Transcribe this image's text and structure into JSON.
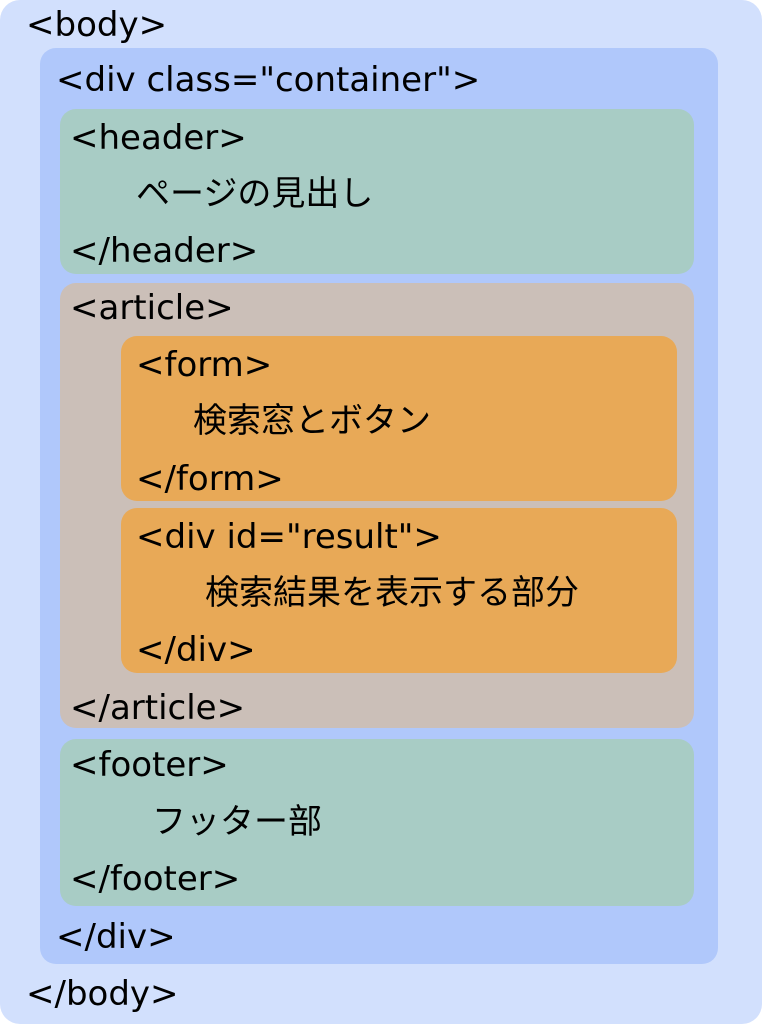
{
  "body": {
    "open": "<body>",
    "close": "</body>"
  },
  "container": {
    "open": "<div class=\"container\">",
    "close": "</div>"
  },
  "header": {
    "open": "<header>",
    "content": "ページの見出し",
    "close": "</header>"
  },
  "article": {
    "open": "<article>",
    "close": "</article>"
  },
  "form": {
    "open": "<form>",
    "content": "検索窓とボタン",
    "close": "</form>"
  },
  "result": {
    "open": "<div id=\"result\">",
    "content": "検索結果を表示する部分",
    "close": "</div>"
  },
  "footer": {
    "open": "<footer>",
    "content": "フッター部",
    "close": "</footer>"
  },
  "colors": {
    "body": "#d2e0fd",
    "container": "#b0c8fb",
    "header_footer": "#a8ccc5",
    "article": "#cbbfb8",
    "form_result": "#e8a957"
  }
}
